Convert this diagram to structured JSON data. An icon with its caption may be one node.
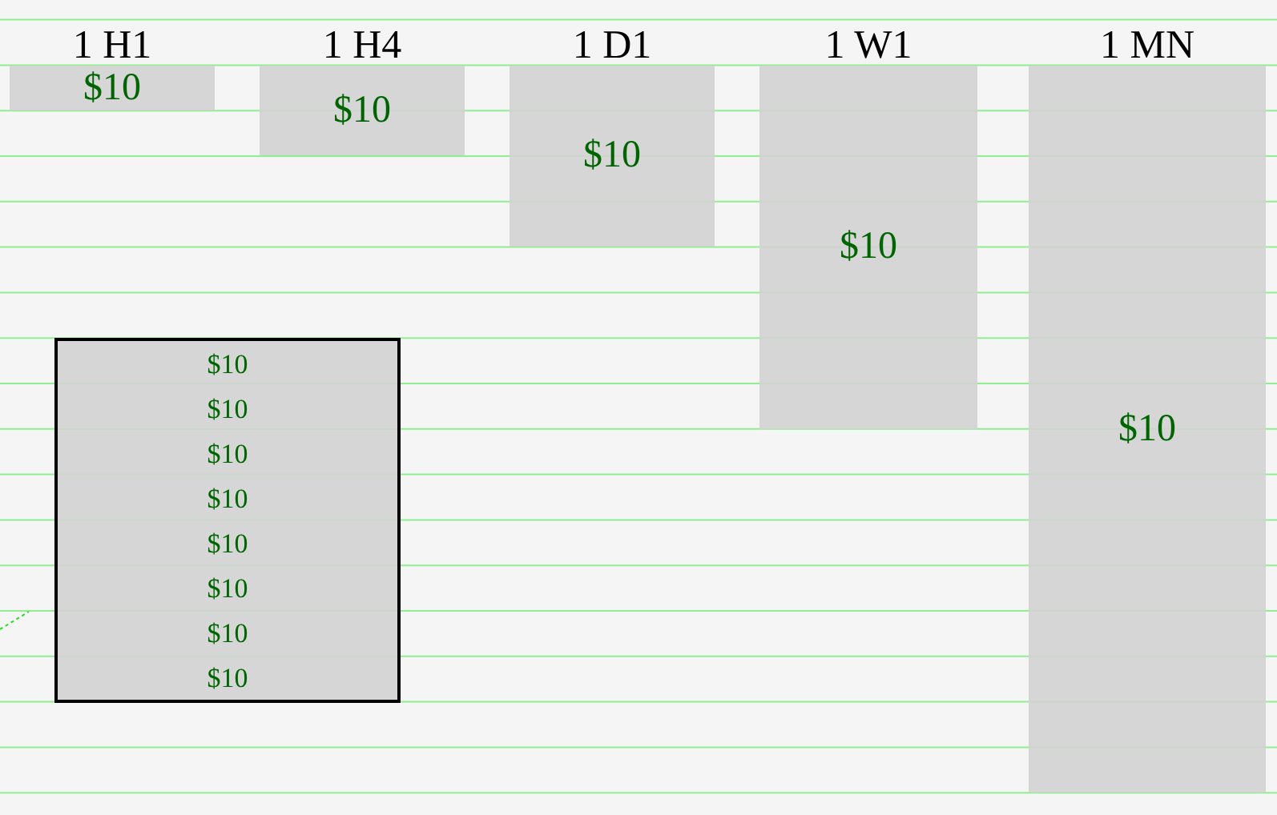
{
  "diagram": {
    "nodes": [
      {
        "text": [
          "1 H1",
          "$10"
        ]
      },
      {
        "text": [
          "1 H4",
          "$10"
        ]
      },
      {
        "text": [
          "1 D1",
          "$10"
        ]
      },
      {
        "text": [
          "1 W1",
          "$10"
        ]
      },
      {
        "text": [
          "1 MN",
          "$10"
        ]
      },
      {
        "text": [],
        "shape": "box"
      },
      {
        "text": [
          "$10"
        ],
        "in": 5
      },
      {
        "text": [
          "$10"
        ],
        "in": 5
      },
      {
        "text": [
          "$10"
        ],
        "in": 5
      },
      {
        "text": [
          "$10"
        ],
        "in": 5
      },
      {
        "text": [
          "$10"
        ],
        "in": 5
      },
      {
        "text": [
          "$10"
        ],
        "in": 5
      },
      {
        "text": [
          "$10"
        ],
        "in": 5
      },
      {
        "text": [
          "$10"
        ],
        "in": 5
      }
    ]
  }
}
